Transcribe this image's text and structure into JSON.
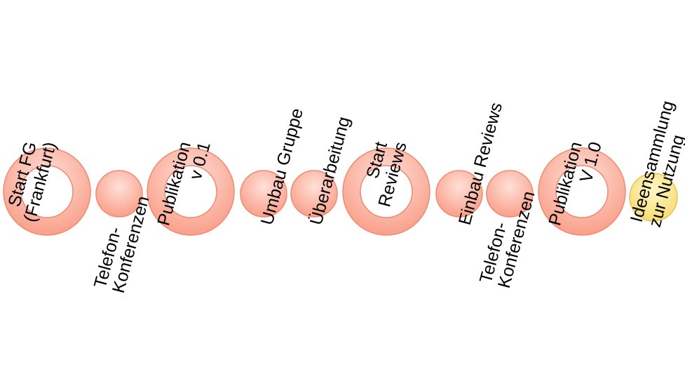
{
  "milestones": [
    {
      "lines": [
        "Start FG",
        "(Frankfurt)"
      ]
    },
    {
      "lines": [
        "Publikation",
        "v 0.1"
      ]
    },
    {
      "lines": [
        "Start",
        "Reviews"
      ]
    },
    {
      "lines": [
        "Publikation",
        "V 1.0"
      ]
    }
  ],
  "phases": [
    {
      "lines": [
        "Telefon-",
        "Konferenzen"
      ]
    },
    {
      "lines": [
        "Umbau Gruppe"
      ]
    },
    {
      "lines": [
        "Überarbeitung"
      ]
    },
    {
      "lines": [
        "Einbau Reviews"
      ]
    },
    {
      "lines": [
        "Telefon-",
        "Konferenzen"
      ]
    },
    {
      "lines": [
        "Ideensammlung",
        "zur Nutzung"
      ]
    }
  ],
  "colors": {
    "node_fill_light": "#ffe0d8",
    "node_fill_dark": "#f9a08a",
    "node_stroke": "#f08a72",
    "ring_hole": "#ffffff",
    "final_fill_light": "#fff7c8",
    "final_fill_dark": "#f6dc72",
    "final_stroke": "#e6c45a"
  },
  "icons": {
    "milestone": "ring-node-icon",
    "phase": "dot-node-icon",
    "final": "yellow-dot-node-icon"
  }
}
